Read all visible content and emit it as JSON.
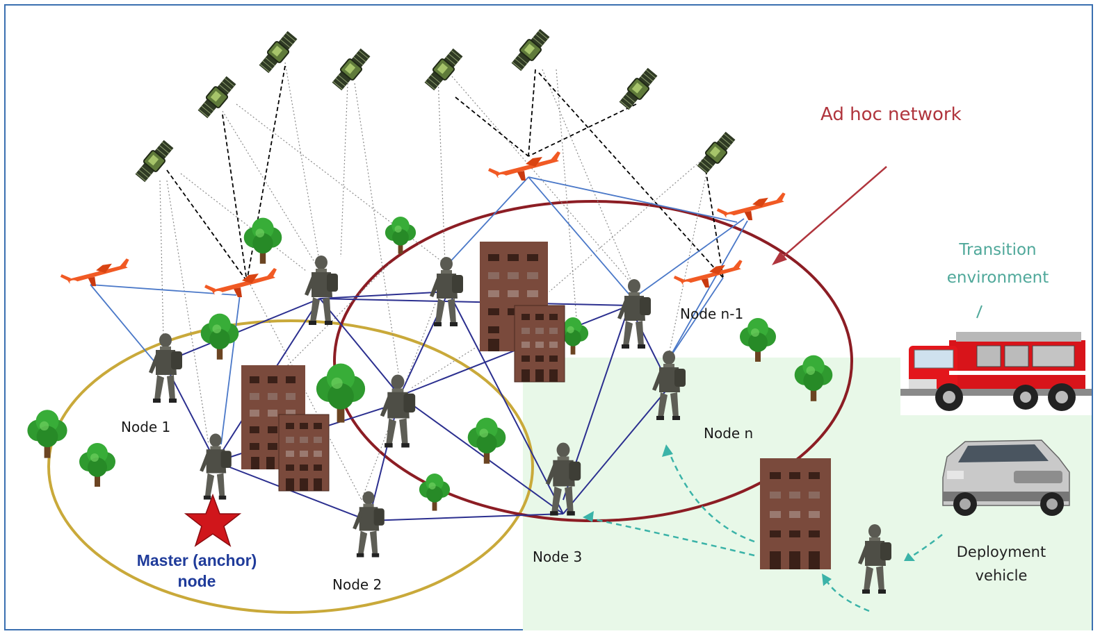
{
  "labels": {
    "node1": "Node 1",
    "node2": "Node 2",
    "node3": "Node 3",
    "node_n": "Node n",
    "node_n_minus_1": "Node n-1",
    "master_line1": "Master (anchor)",
    "master_line2": "node",
    "adhoc": "Ad hoc network",
    "transition_line1": "Transition",
    "transition_line2": "environment",
    "deployment_line1": "Deployment",
    "deployment_line2": "vehicle"
  },
  "colors": {
    "frame": "#3a6fb0",
    "mesh_link": "#2b2f8f",
    "uav_link": "#4a78c8",
    "satellite_link": "#000000",
    "gnss_faint": "#8a8a8a",
    "master_ellipse": "#c9a93a",
    "adhoc_ellipse": "#8c1d24",
    "transition_zone": "#e8f8e8",
    "deployment_path": "#3bb3a8",
    "master_star": "#d0161b",
    "uav": "#f15a24",
    "satellite": "#3d4a2f",
    "building": "#7a4a3c",
    "tree": "#2f9a2f"
  },
  "icons": {
    "satellite": "satellite-icon",
    "uav": "uav-icon",
    "soldier": "soldier-icon",
    "building": "building-icon",
    "tree": "tree-icon",
    "fire_truck": "fire-truck-icon",
    "suv": "suv-icon",
    "star": "star-icon"
  }
}
